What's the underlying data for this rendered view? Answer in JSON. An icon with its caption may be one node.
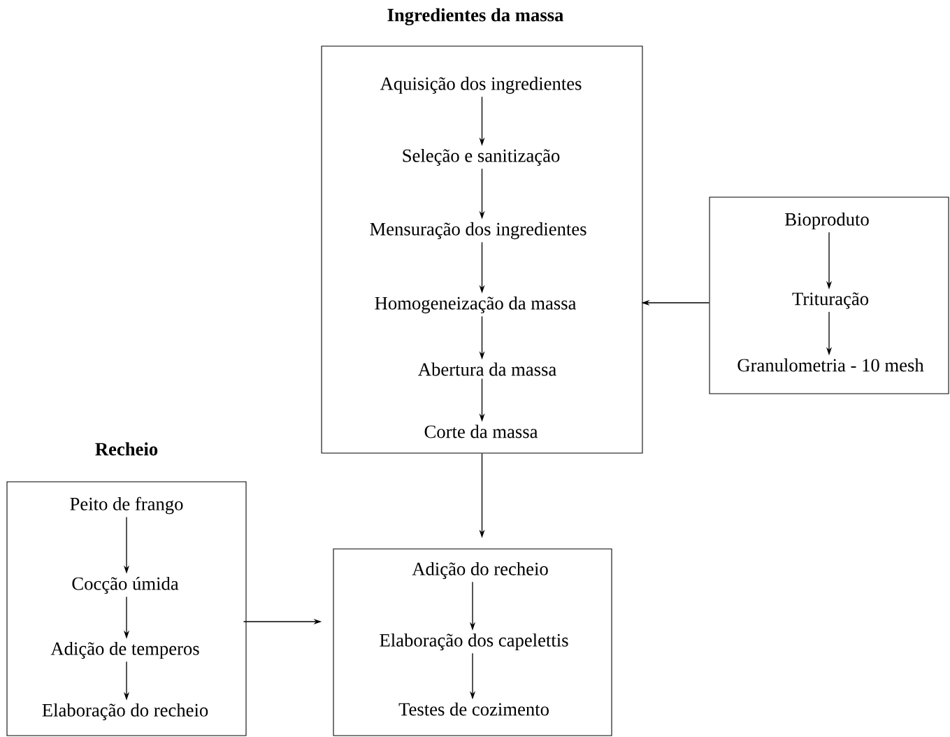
{
  "diagram": {
    "nodes": [
      {
        "text": [
          "Ingredientes da massa"
        ]
      },
      {
        "text": [
          "Aquisição dos ingredientes"
        ],
        "in": 0
      },
      {
        "text": [
          "Seleção e sanitização"
        ],
        "in": 0
      },
      {
        "text": [
          "Mensuração dos ingredientes"
        ],
        "in": 0
      },
      {
        "text": [
          "Homogeneização da massa"
        ],
        "in": 0
      },
      {
        "text": [
          "Abertura da massa"
        ],
        "in": 0
      },
      {
        "text": [
          "Corte da massa"
        ],
        "in": 0
      },
      {
        "text": [],
        "shape": "box"
      },
      {
        "text": [
          "Bioproduto"
        ],
        "in": 7
      },
      {
        "text": [
          "Trituração"
        ],
        "in": 7
      },
      {
        "text": [
          "Granulometria - 10 mesh"
        ],
        "in": 7
      },
      {
        "text": [
          "Recheio"
        ]
      },
      {
        "text": [
          "Peito de frango"
        ],
        "in": 11
      },
      {
        "text": [
          "Cocção úmida"
        ],
        "in": 11
      },
      {
        "text": [
          "Adição de temperos"
        ],
        "in": 11
      },
      {
        "text": [
          "Elaboração do recheio"
        ],
        "in": 11
      },
      {
        "text": [],
        "shape": "box"
      },
      {
        "text": [
          "Adição do recheio"
        ],
        "in": 16
      },
      {
        "text": [
          "Elaboração dos capelettis"
        ],
        "in": 16
      },
      {
        "text": [
          "Testes de cozimento"
        ],
        "in": 16
      }
    ],
    "edges": [
      {
        "from": 1,
        "to": 2,
        "arrow": "to"
      },
      {
        "from": 2,
        "to": 3,
        "arrow": "to"
      },
      {
        "from": 3,
        "to": 4,
        "arrow": "to"
      },
      {
        "from": 4,
        "to": 5,
        "arrow": "to"
      },
      {
        "from": 5,
        "to": 6,
        "arrow": "to"
      },
      {
        "from": 8,
        "to": 9,
        "arrow": "to"
      },
      {
        "from": 9,
        "to": 10,
        "arrow": "to"
      },
      {
        "from": 7,
        "to": 0,
        "arrow": "to"
      },
      {
        "from": 12,
        "to": 13,
        "arrow": "to"
      },
      {
        "from": 13,
        "to": 14,
        "arrow": "to"
      },
      {
        "from": 14,
        "to": 15,
        "arrow": "to"
      },
      {
        "from": 11,
        "to": 16,
        "arrow": "to"
      },
      {
        "from": 0,
        "to": 16,
        "arrow": "to"
      },
      {
        "from": 17,
        "to": 18,
        "arrow": "to"
      },
      {
        "from": 18,
        "to": 19,
        "arrow": "to"
      }
    ]
  }
}
